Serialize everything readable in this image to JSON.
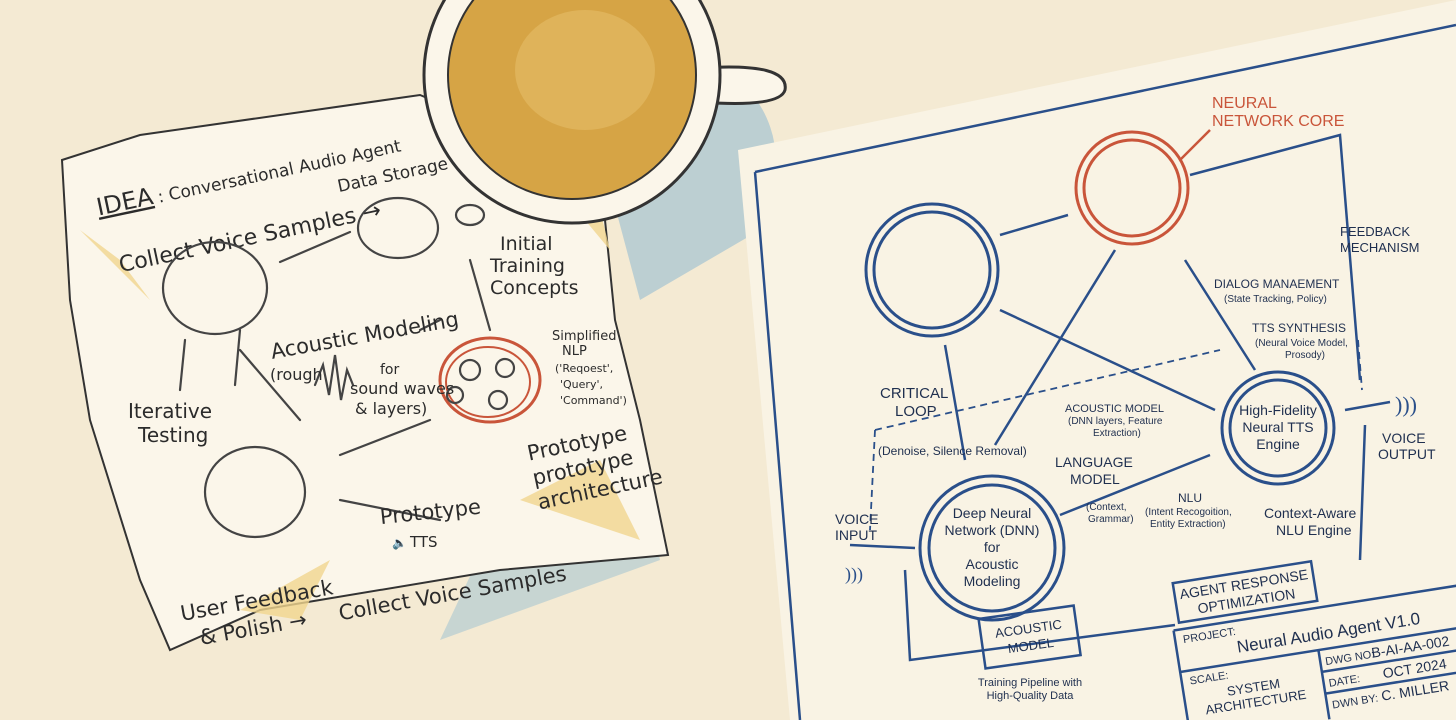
{
  "colors": {
    "background": "#f4ead3",
    "coffee": "#d6a445",
    "blueprint_ink": "#2a4f8a",
    "neural_core_red": "#c9553a",
    "napkin": "#fbf6ea",
    "shadow": "#bccfd2"
  },
  "napkin": {
    "title_idea": "IDEA",
    "title_rest": ": Conversational Audio Agent",
    "collect_voice_samples_top": "Collect Voice Samples →",
    "data_storage": "Data Storage",
    "initial_training": [
      "Initial",
      "Training",
      "Concepts"
    ],
    "acoustic_modeling": "Acoustic Modeling",
    "rough_note": [
      "(rough",
      "for",
      "sound waves",
      "& layers)"
    ],
    "simplified_nlp": [
      "Simplified",
      "NLP",
      "('Reqoest',",
      "'Query',",
      "'Command')"
    ],
    "iterative_testing": [
      "Iterative",
      "Testing"
    ],
    "prototype_arch": [
      "Prototype",
      "prototype",
      "architecture"
    ],
    "prototype": "Prototype",
    "tts": "TTS",
    "user_feedback": [
      "User Feedback",
      "& Polish →"
    ],
    "collect_voice_samples_bottom": "Collect Voice Samples"
  },
  "blueprint": {
    "neural_network_core": [
      "NEURAL",
      "NETWORK CORE"
    ],
    "feedback_mechanism": [
      "FEEDBACK",
      "MECHANISM"
    ],
    "dialog_management": [
      "DIALOG MANAEMENT",
      "(State Tracking, Policy)"
    ],
    "tts_synthesis": [
      "TTS SYNTHESIS",
      "(Neural Voice Model,",
      "Prosody)"
    ],
    "critical_loop": [
      "CRITICAL",
      "LOOP"
    ],
    "denoise": "(Denoise, Silence Removal)",
    "acoustic_model_label": [
      "ACOUSTIC MODEL",
      "(DNN layers, Feature",
      "Extraction)"
    ],
    "tts_engine": [
      "High-Fidelity",
      "Neural TTS",
      "Engine"
    ],
    "voice_output": [
      "VOICE",
      "OUTPUT"
    ],
    "language_model": [
      "LANGUAGE",
      "MODEL",
      "(Context,",
      "Grammar)"
    ],
    "nlu": [
      "NLU",
      "(Intent Recogoition,",
      "Entity Extraction)"
    ],
    "nlu_engine": [
      "Context-Aware",
      "NLU Engine"
    ],
    "voice_input": [
      "VOICE",
      "INPUT"
    ],
    "dnn": [
      "Deep Neural",
      "Network (DNN)",
      "for",
      "Acoustic",
      "Modeling"
    ],
    "agent_response": [
      "AGENT RESPONSE",
      "OPTIMIZATION"
    ],
    "acoustic_model_box": [
      "ACOUSTIC",
      "MODEL"
    ],
    "training_pipeline": [
      "Training Pipeline with",
      "High-Quality Data"
    ],
    "title_block": {
      "project_label": "PROJECT:",
      "project": "Neural Audio Agent V1.0",
      "dwg_label": "DWG NO:",
      "dwg": "B-AI-AA-002",
      "scale_label": "SCALE:",
      "scale": [
        "SYSTEM",
        "ARCHITECTURE"
      ],
      "date_label": "DATE:",
      "date": "OCT 2024",
      "drawn_label": "DWN BY:",
      "drawn": "C. MILLER"
    }
  }
}
